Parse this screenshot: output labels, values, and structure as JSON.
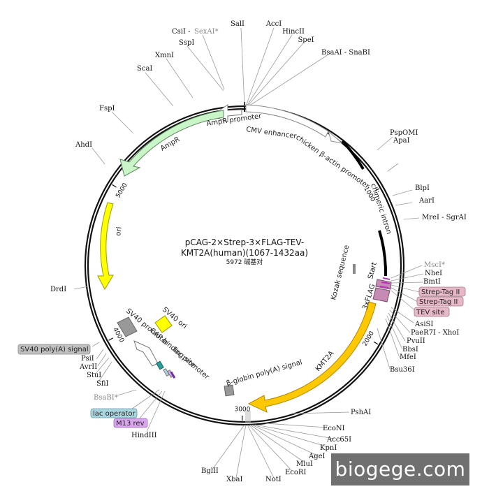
{
  "plasmid": {
    "name_line1": "pCAG-2×Strep-3×FLAG-TEV-",
    "name_line2": "KMT2A(human)(1067-1432aa)",
    "size_label": "5972 碱基对",
    "length_bp": 5972
  },
  "ticks": [
    {
      "bp": 1000,
      "label": "1000"
    },
    {
      "bp": 2000,
      "label": "2000"
    },
    {
      "bp": 3000,
      "label": "3000"
    },
    {
      "bp": 4000,
      "label": "4000"
    },
    {
      "bp": 5000,
      "label": "5000"
    }
  ],
  "sites": [
    {
      "name": "SalI",
      "grey": false
    },
    {
      "name": "AccI",
      "grey": false
    },
    {
      "name": "HincII",
      "grey": false
    },
    {
      "name": "SpeI",
      "grey": false
    },
    {
      "name": "BsaAI - SnaBI",
      "grey": false
    },
    {
      "name": "CsiI -",
      "grey": false
    },
    {
      "name": "SexAI*",
      "grey": true
    },
    {
      "name": "SspI",
      "grey": false
    },
    {
      "name": "XmnI",
      "grey": false
    },
    {
      "name": "ScaI",
      "grey": false
    },
    {
      "name": "FspI",
      "grey": false
    },
    {
      "name": "AhdI",
      "grey": false
    },
    {
      "name": "PspOMI",
      "grey": false
    },
    {
      "name": "ApaI",
      "grey": false
    },
    {
      "name": "BlpI",
      "grey": false
    },
    {
      "name": "AarI",
      "grey": false
    },
    {
      "name": "MreI - SgrAI",
      "grey": false
    },
    {
      "name": "MscI*",
      "grey": true
    },
    {
      "name": "NheI",
      "grey": false
    },
    {
      "name": "BmtI",
      "grey": false
    },
    {
      "name": "AsiSI",
      "grey": false
    },
    {
      "name": "PaeR7I - XhoI",
      "grey": false
    },
    {
      "name": "PvuII",
      "grey": false
    },
    {
      "name": "BbsI",
      "grey": false
    },
    {
      "name": "MfeI",
      "grey": false
    },
    {
      "name": "Bsu36I",
      "grey": false
    },
    {
      "name": "PshAI",
      "grey": false
    },
    {
      "name": "EcoNI",
      "grey": false
    },
    {
      "name": "Acc65I",
      "grey": false
    },
    {
      "name": "KpnI",
      "grey": false
    },
    {
      "name": "AgeI",
      "grey": false
    },
    {
      "name": "MluI",
      "grey": false
    },
    {
      "name": "EcoRI",
      "grey": false
    },
    {
      "name": "NotI",
      "grey": false
    },
    {
      "name": "XbaI",
      "grey": false
    },
    {
      "name": "BglII",
      "grey": false
    },
    {
      "name": "HindIII",
      "grey": false
    },
    {
      "name": "SfiI",
      "grey": false
    },
    {
      "name": "StuI",
      "grey": false
    },
    {
      "name": "AvrII",
      "grey": false
    },
    {
      "name": "PsiI",
      "grey": false
    },
    {
      "name": "BsaBI*",
      "grey": true
    },
    {
      "name": "DrdI",
      "grey": false
    }
  ],
  "boxed_sites": [
    {
      "name": "Strep-Tag II",
      "color": "#e6b8c8"
    },
    {
      "name": "Strep-Tag II",
      "color": "#e6b8c8"
    },
    {
      "name": "TEV site",
      "color": "#e6b8c8"
    },
    {
      "name": "SV40 poly(A) signal",
      "color": "#c0c0c0"
    },
    {
      "name": "lac operator",
      "color": "#a9d6e0"
    },
    {
      "name": "M13 rev",
      "color": "#d9a6ee"
    }
  ],
  "features": [
    {
      "label": "AmpR promoter",
      "color": "#ffffff"
    },
    {
      "label": "CMV enhancer",
      "color": "#ffffff"
    },
    {
      "label": "chicken β-actin promoter",
      "color": "#000000"
    },
    {
      "label": "chimeric intron",
      "color": "#000000"
    },
    {
      "label": "AmpR",
      "color": "#c9f5c9"
    },
    {
      "label": "ori",
      "color": "#ffff00"
    },
    {
      "label": "Kozak sequence",
      "color": "#888888"
    },
    {
      "label": "Start",
      "color": "#c58bb4"
    },
    {
      "label": "3xFLAG",
      "color": "#c58bb4"
    },
    {
      "label": "KMT2A",
      "color": "#ffc800"
    },
    {
      "label": "β-globin poly(A) signal",
      "color": "#999999"
    },
    {
      "label": "SV40 promoter",
      "color": "#999999"
    },
    {
      "label": "SV40 ori",
      "color": "#ffff00"
    },
    {
      "label": "CAP binding site",
      "color": "#2a9d9d"
    },
    {
      "label": "lac promoter",
      "color": "#ffffff"
    }
  ],
  "watermark": "biogege.com"
}
